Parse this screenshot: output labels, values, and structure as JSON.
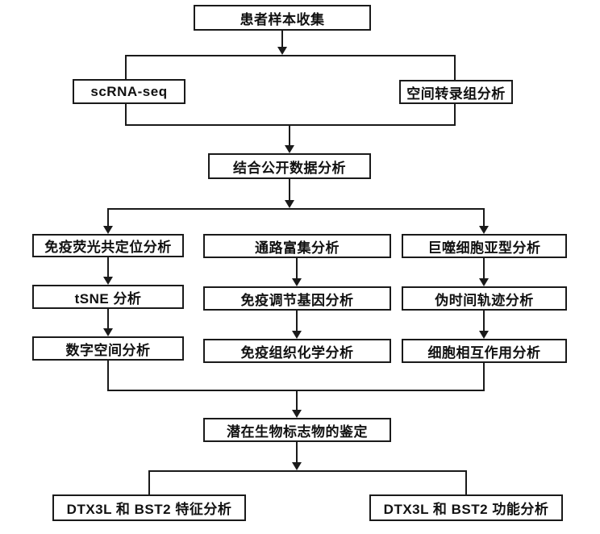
{
  "flowchart": {
    "nodes": {
      "patient_sample": "患者样本收集",
      "scrna_seq": "scRNA-seq",
      "spatial": "空间转录组分析",
      "combined": "结合公开数据分析",
      "col1": [
        "免疫荧光共定位分析",
        "tSNE 分析",
        "数字空间分析"
      ],
      "col2": [
        "通路富集分析",
        "免疫调节基因分析",
        "免疫组织化学分析"
      ],
      "col3": [
        "巨噬细胞亚型分析",
        "伪时间轨迹分析",
        "细胞相互作用分析"
      ],
      "biomarker": "潜在生物标志物的鉴定",
      "dtx3l_bst2_feature": "DTX3L 和 BST2 特征分析",
      "dtx3l_bst2_function": "DTX3L 和 BST2 功能分析"
    },
    "colors": {
      "line": "#1a1a1a",
      "box_border": "#1a1a1a",
      "background": "#ffffff",
      "text": "#111111"
    }
  }
}
